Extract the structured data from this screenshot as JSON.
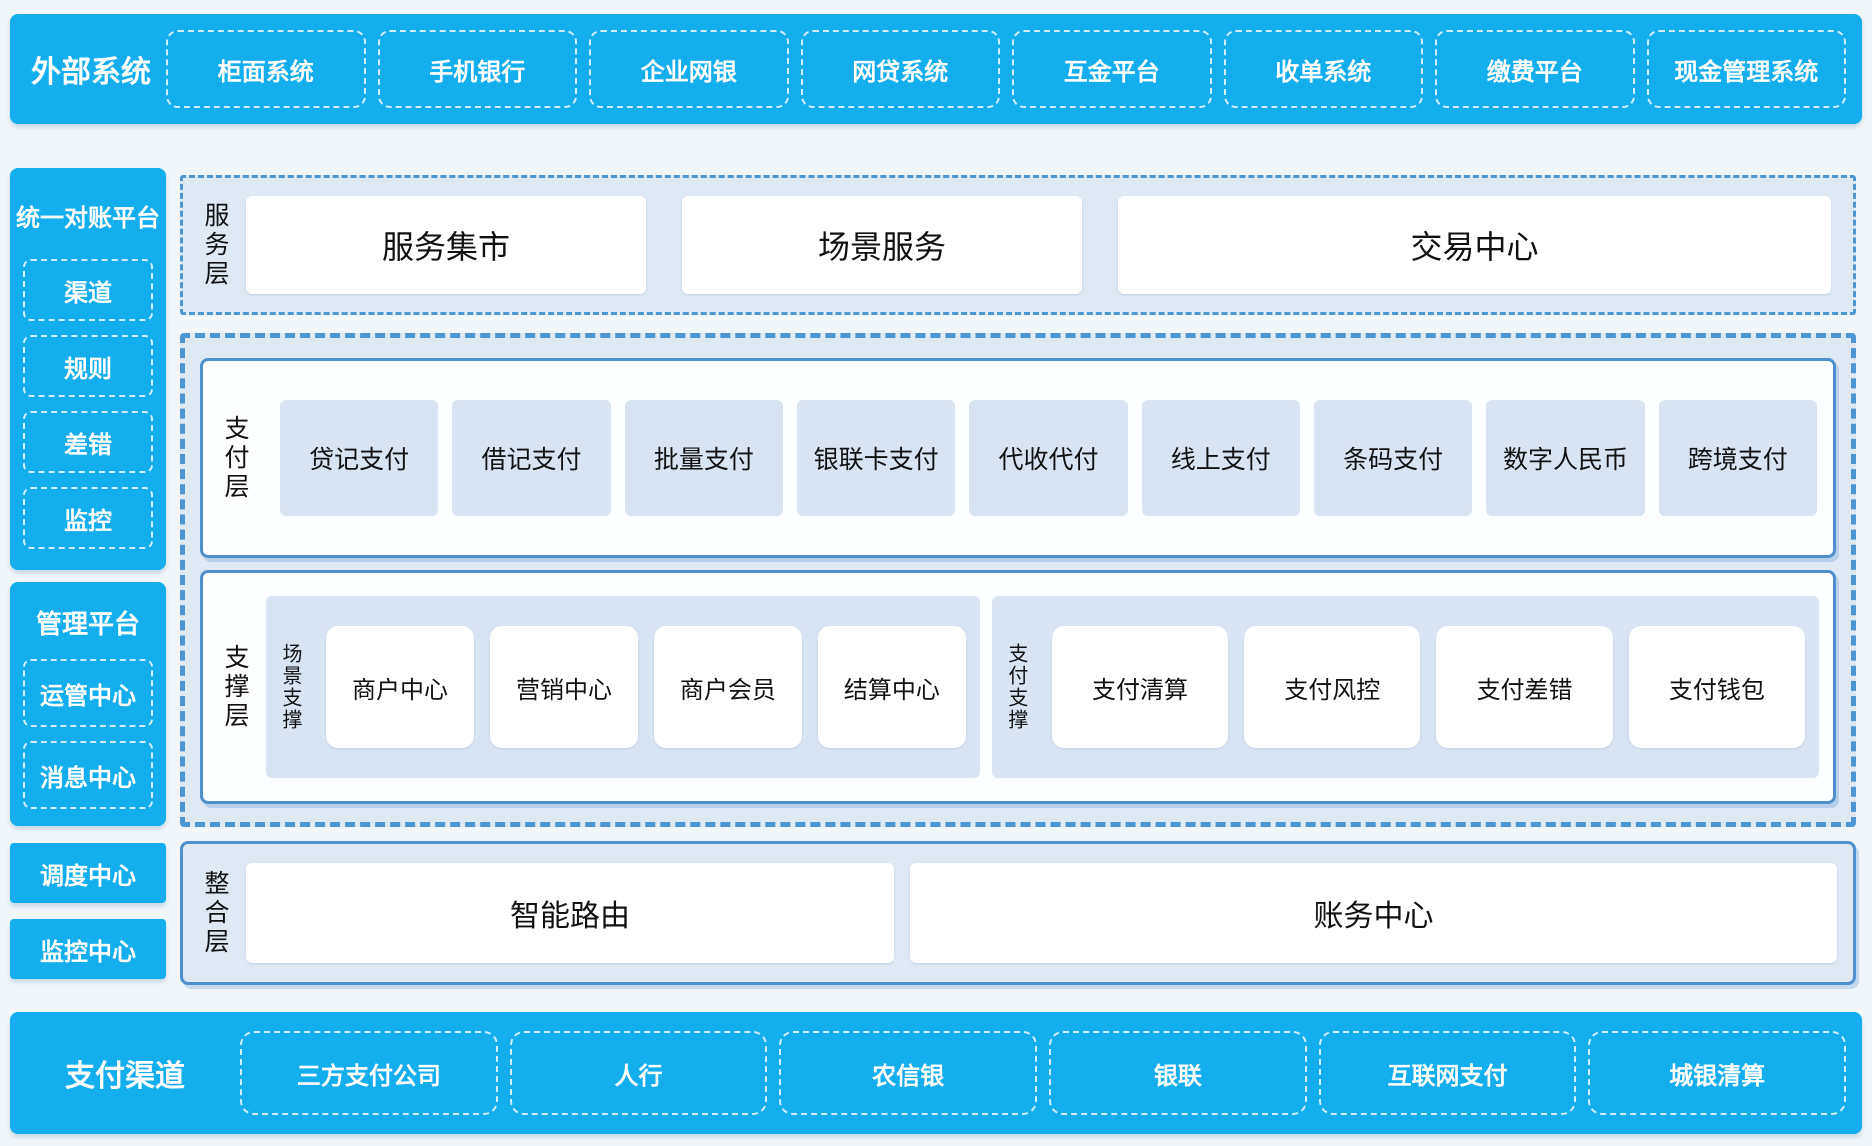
{
  "colors": {
    "bright_blue": "#14ADEE",
    "panel_background": "#DFE9F4",
    "tile_blue": "#D9E4F2",
    "border_blue": "#4E90CE",
    "dashed_border_blue": "#4E96D2",
    "page_background": "#F1F6FA",
    "text_dark": "#111111",
    "text_white": "#FFFFFF"
  },
  "top_bar": {
    "title": "外部系统",
    "items": [
      "柜面系统",
      "手机银行",
      "企业网银",
      "网贷系统",
      "互金平台",
      "收单系统",
      "缴费平台",
      "现金管理系统"
    ]
  },
  "sidebar": {
    "reconcile_platform": {
      "title": "统一对账平台",
      "items": [
        "渠道",
        "规则",
        "差错",
        "监控"
      ]
    },
    "management_platform": {
      "title": "管理平台",
      "items": [
        "运管中心",
        "消息中心"
      ]
    },
    "dispatch_center": "调度中心",
    "monitor_center": "监控中心"
  },
  "main": {
    "service_layer": {
      "label": "服务层",
      "items": [
        "服务集市",
        "场景服务",
        "交易中心"
      ]
    },
    "payment_layer": {
      "label": "支付层",
      "items": [
        "贷记支付",
        "借记支付",
        "批量支付",
        "银联卡支付",
        "代收代付",
        "线上支付",
        "条码支付",
        "数字人民币",
        "跨境支付"
      ]
    },
    "support_layer": {
      "label": "支撑层",
      "groups": [
        {
          "label": "场景支撑",
          "items": [
            "商户中心",
            "营销中心",
            "商户会员",
            "结算中心"
          ]
        },
        {
          "label": "支付支撑",
          "items": [
            "支付清算",
            "支付风控",
            "支付差错",
            "支付钱包"
          ]
        }
      ]
    },
    "integration_layer": {
      "label": "整合层",
      "items": [
        "智能路由",
        "账务中心"
      ]
    }
  },
  "bottom_bar": {
    "title": "支付渠道",
    "items": [
      "三方支付公司",
      "人行",
      "农信银",
      "银联",
      "互联网支付",
      "城银清算"
    ]
  }
}
